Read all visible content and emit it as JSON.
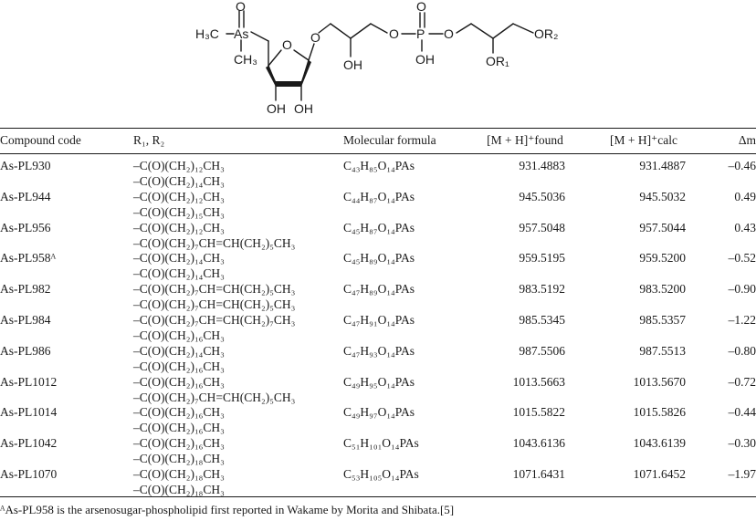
{
  "structure": {
    "atoms": {
      "arsenic": "As",
      "methyl_left": "H₃C",
      "methyl_down": "CH₃",
      "oxo": "O",
      "ring_oxygen": "O",
      "glycosidic_o": "O",
      "hydroxyl_glycerol": "OH",
      "ester_o_left": "O",
      "phosphorus": "P",
      "phosphoryl_o": "O",
      "hydroxyl_p": "OH",
      "ester_o_right": "O",
      "or2": "OR₂",
      "or1": "OR₁",
      "ring_oh_1": "OH",
      "ring_oh_2": "OH"
    }
  },
  "table": {
    "headers": {
      "code": "Compound code",
      "r": "R₁, R₂",
      "formula": "Molecular formula",
      "found": "[M + H]⁺found",
      "calc": "[M + H]⁺calc",
      "dm": "Δm"
    },
    "rows": [
      {
        "code": "As-PL930",
        "r1": "–C(O)(CH₂)₁₂CH₃",
        "r2": "–C(O)(CH₂)₁₄CH₃",
        "formula": "C₄₃H₈₅O₁₄PAs",
        "found": "931.4883",
        "calc": "931.4887",
        "dm": "–0.46"
      },
      {
        "code": "As-PL944",
        "r1": "–C(O)(CH₂)₁₂CH₃",
        "r2": "–C(O)(CH₂)₁₅CH₃",
        "formula": "C₄₄H₈₇O₁₄PAs",
        "found": "945.5036",
        "calc": "945.5032",
        "dm": "0.49"
      },
      {
        "code": "As-PL956",
        "r1": "–C(O)(CH₂)₁₂CH₃",
        "r2": "–C(O)(CH₂)₇CH=CH(CH₂)₅CH₃",
        "formula": "C₄₅H₈₇O₁₄PAs",
        "found": "957.5048",
        "calc": "957.5044",
        "dm": "0.43"
      },
      {
        "code": "As-PL958ᴬ",
        "r1": "–C(O)(CH₂)₁₄CH₃",
        "r2": "–C(O)(CH₂)₁₄CH₃",
        "formula": "C₄₅H₈₉O₁₄PAs",
        "found": "959.5195",
        "calc": "959.5200",
        "dm": "–0.52"
      },
      {
        "code": "As-PL982",
        "r1": "–C(O)(CH₂)₇CH=CH(CH₂)₅CH₃",
        "r2": "–C(O)(CH₂)₇CH=CH(CH₂)₅CH₃",
        "formula": "C₄₇H₈₉O₁₄PAs",
        "found": "983.5192",
        "calc": "983.5200",
        "dm": "–0.90"
      },
      {
        "code": "As-PL984",
        "r1": "–C(O)(CH₂)₇CH=CH(CH₂)₇CH₃",
        "r2": "–C(O)(CH₂)₁₆CH₃",
        "formula": "C₄₇H₉₁O₁₄PAs",
        "found": "985.5345",
        "calc": "985.5357",
        "dm": "–1.22"
      },
      {
        "code": "As-PL986",
        "r1": "–C(O)(CH₂)₁₄CH₃",
        "r2": "–C(O)(CH₂)₁₆CH₃",
        "formula": "C₄₇H₉₃O₁₄PAs",
        "found": "987.5506",
        "calc": "987.5513",
        "dm": "–0.80"
      },
      {
        "code": "As-PL1012",
        "r1": "–C(O)(CH₂)₁₆CH₃",
        "r2": "–C(O)(CH₂)₇CH=CH(CH₂)₅CH₃",
        "formula": "C₄₉H₉₅O₁₄PAs",
        "found": "1013.5663",
        "calc": "1013.5670",
        "dm": "–0.72"
      },
      {
        "code": "As-PL1014",
        "r1": "–C(O)(CH₂)₁₆CH₃",
        "r2": "–C(O)(CH₂)₁₆CH₃",
        "formula": "C₄₉H₉₇O₁₄PAs",
        "found": "1015.5822",
        "calc": "1015.5826",
        "dm": "–0.44"
      },
      {
        "code": "As-PL1042",
        "r1": "–C(O)(CH₂)₁₆CH₃",
        "r2": "–C(O)(CH₂)₁₈CH₃",
        "formula": "C₅₁H₁₀₁O₁₄PAs",
        "found": "1043.6136",
        "calc": "1043.6139",
        "dm": "–0.30"
      },
      {
        "code": "As-PL1070",
        "r1": "–C(O)(CH₂)₁₈CH₃",
        "r2": "–C(O)(CH₂)₁₈CH₃",
        "formula": "C₅₃H₁₀₅O₁₄PAs",
        "found": "1071.6431",
        "calc": "1071.6452",
        "dm": "–1.97"
      }
    ],
    "footnote": "ᴬAs-PL958 is the arsenosugar-phospholipid first reported in Wakame by Morita and Shibata.[5]"
  }
}
